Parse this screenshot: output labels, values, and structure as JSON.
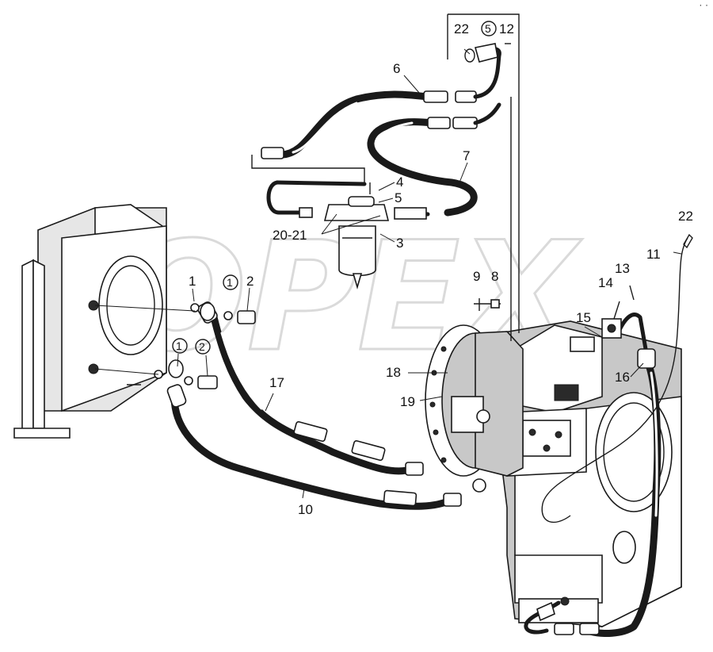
{
  "watermark": {
    "text": "OPEX"
  },
  "corner_mark": "· ·",
  "callouts": [
    {
      "id": "c22a",
      "text": "22"
    },
    {
      "id": "c5a",
      "text": "5",
      "circled": true
    },
    {
      "id": "c12",
      "text": "12"
    },
    {
      "id": "c6",
      "text": "6"
    },
    {
      "id": "c7",
      "text": "7"
    },
    {
      "id": "c4",
      "text": "4"
    },
    {
      "id": "c5b",
      "text": "5"
    },
    {
      "id": "c2021",
      "text": "20-21"
    },
    {
      "id": "c3",
      "text": "3"
    },
    {
      "id": "c22b",
      "text": "22"
    },
    {
      "id": "c11",
      "text": "11"
    },
    {
      "id": "c13",
      "text": "13"
    },
    {
      "id": "c14",
      "text": "14"
    },
    {
      "id": "c15",
      "text": "15"
    },
    {
      "id": "c16",
      "text": "16"
    },
    {
      "id": "c9",
      "text": "9"
    },
    {
      "id": "c8",
      "text": "8"
    },
    {
      "id": "c1a",
      "text": "1"
    },
    {
      "id": "c1b",
      "text": "1",
      "circled": true
    },
    {
      "id": "c2a",
      "text": "2"
    },
    {
      "id": "c1c",
      "text": "1",
      "circled": true
    },
    {
      "id": "c2b",
      "text": "2",
      "circled": true
    },
    {
      "id": "c17",
      "text": "17"
    },
    {
      "id": "c18",
      "text": "18"
    },
    {
      "id": "c19",
      "text": "19"
    },
    {
      "id": "c10",
      "text": "10"
    }
  ]
}
